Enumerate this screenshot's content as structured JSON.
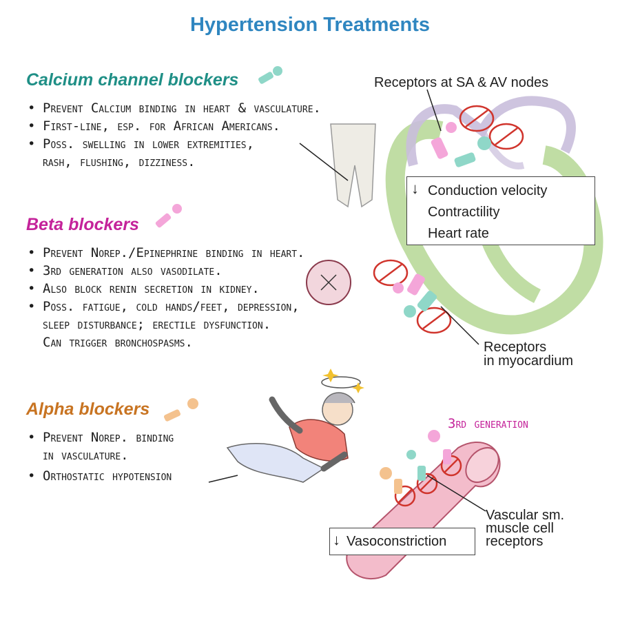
{
  "title": "Hypertension Treatments",
  "sections": {
    "ccb": {
      "heading": "Calcium channel blockers",
      "bullets": [
        "Prevent Calcium binding in heart & vasculature.",
        "First-line, esp. for African Americans.",
        "Poss. swelling in lower extremities,",
        "rash, flushing, dizziness."
      ]
    },
    "beta": {
      "heading": "Beta blockers",
      "bullets": [
        "Prevent Norep./Epinephrine binding in heart.",
        "3rd generation also vasodilate.",
        "Also block renin secretion in kidney.",
        "Poss. fatigue, cold hands/feet, depression,",
        "sleep disturbance; erectile dysfunction.",
        "Can trigger bronchospasms."
      ]
    },
    "alpha": {
      "heading": "Alpha blockers",
      "bullets": [
        "Prevent Norep. binding",
        "in vasculature.",
        "Orthostatic hypotension"
      ]
    }
  },
  "heart": {
    "receptors_sa_av": "Receptors at SA & AV nodes",
    "effects": [
      "Conduction velocity",
      "Contractility",
      "Heart rate"
    ],
    "receptors_myo_line1": "Receptors",
    "receptors_myo_line2": "in myocardium"
  },
  "vessel": {
    "third_generation": "3rd generation",
    "effect": "Vasoconstriction",
    "receptor_label": [
      "Vascular sm.",
      "muscle cell",
      "receptors"
    ]
  },
  "colors": {
    "title": "#2f86c0",
    "ccb": "#1f8f86",
    "beta": "#c4239a",
    "alpha": "#c87422",
    "heart_green": "#b9d99a",
    "heart_purple": "#c9bedc",
    "vessel_pink": "#f3bccb",
    "inhibit_red": "#d0342c"
  }
}
